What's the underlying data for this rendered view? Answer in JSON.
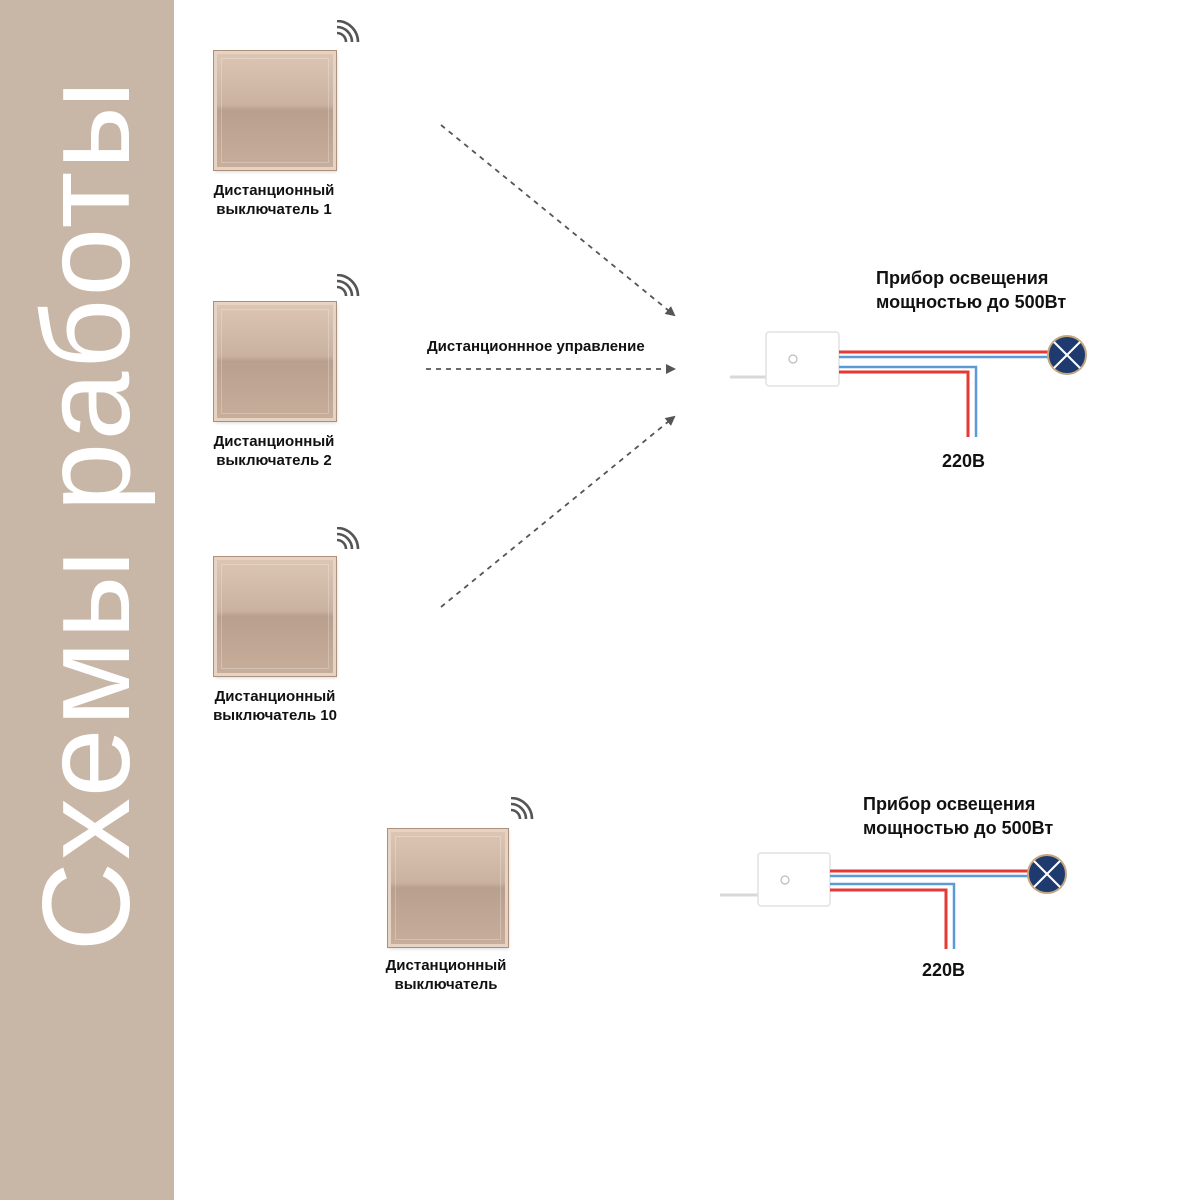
{
  "sidebar": {
    "title": "Схемы работы",
    "background_color": "#c8b6a6"
  },
  "scheme_1": {
    "switches": [
      {
        "line1": "Дистанционный",
        "line2": "выключатель 1"
      },
      {
        "line1": "Дистанционный",
        "line2": "выключатель 2"
      },
      {
        "line1": "Дистанционный",
        "line2": "выключатель 10"
      }
    ],
    "remote_control_label": "Дистанционнное управление",
    "lighting": {
      "line1": "Прибор освещения",
      "line2": "мощностью до 500Вт"
    },
    "voltage": "220В"
  },
  "scheme_2": {
    "switch": {
      "line1": "Дистанционный",
      "line2": "выключатель"
    },
    "lighting": {
      "line1": "Прибор освещения",
      "line2": "мощностью до 500Вт"
    },
    "voltage": "220В"
  },
  "colors": {
    "switch_gold": "#cdb6a3",
    "wire_phase": "#e53935",
    "wire_neutral": "#5b9bd5",
    "lamp": "#1e3a6e",
    "arrow": "#555555"
  },
  "icons": {
    "wifi": "wifi-signal-icon",
    "lamp": "lamp-symbol-icon",
    "relay": "relay-module-icon"
  }
}
